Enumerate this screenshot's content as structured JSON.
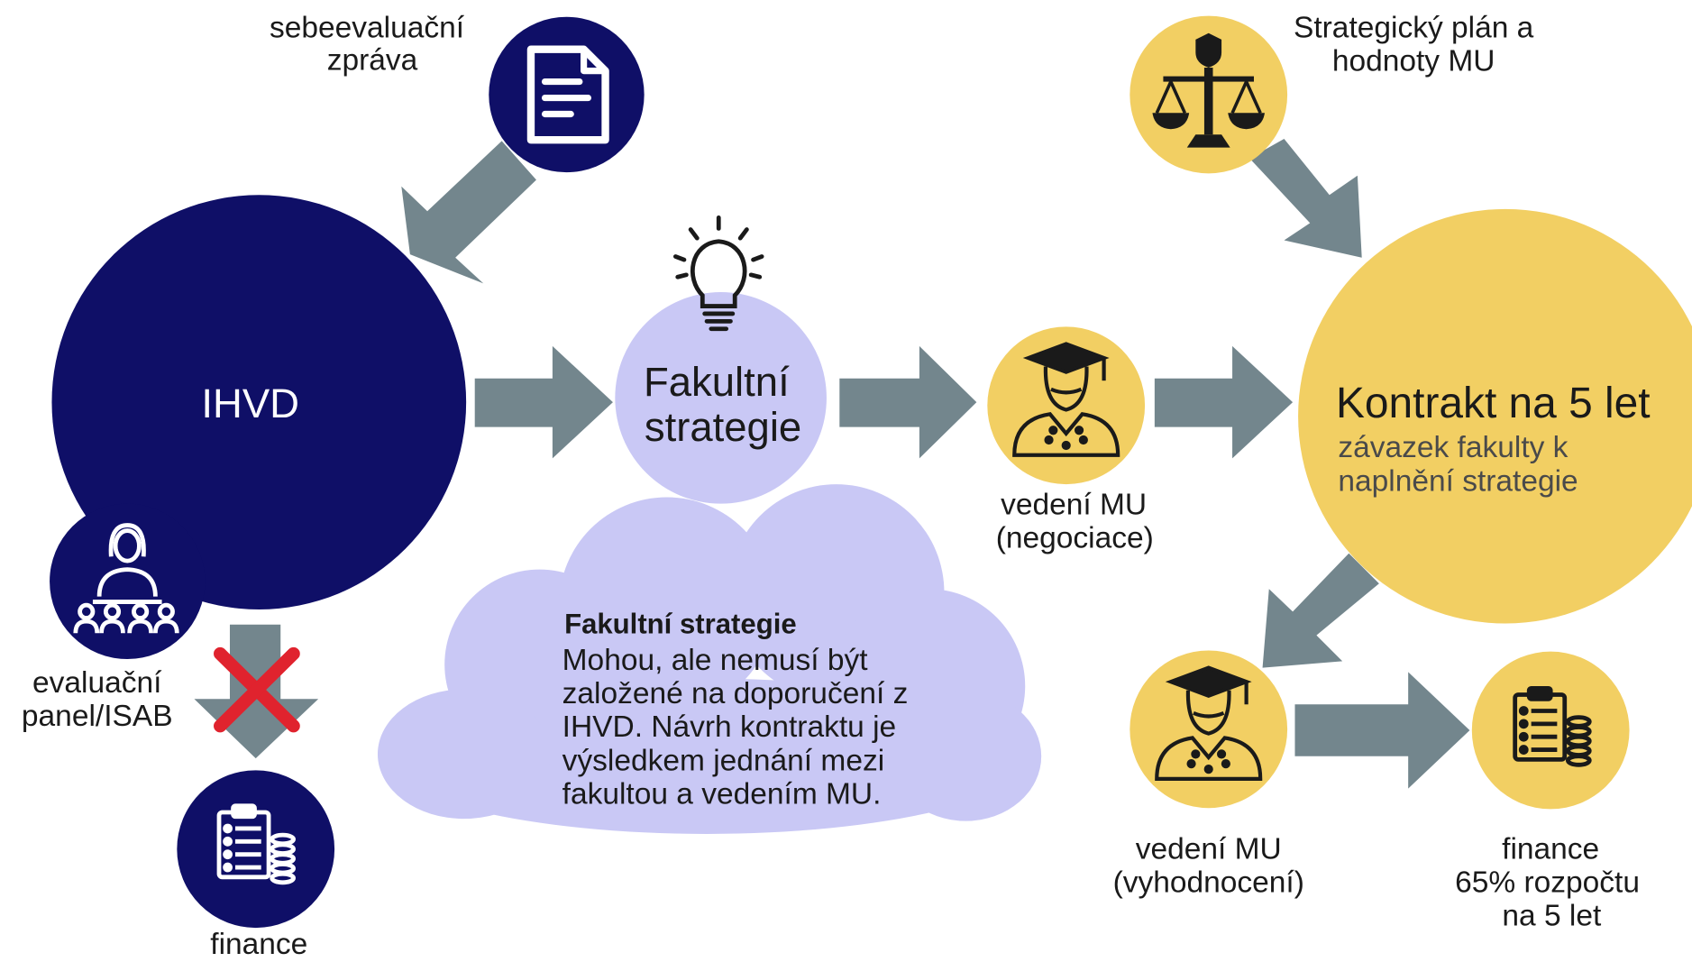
{
  "colors": {
    "navy": "#0f0f67",
    "yellow": "#f2cf63",
    "lavender": "#c9c8f5",
    "arrow_gray": "#73868d",
    "cross_red": "#e0232e"
  },
  "icons": {
    "document": "document-icon",
    "panel": "evaluation-panel-icon",
    "lightbulb": "lightbulb-icon",
    "graduate": "graduate-icon",
    "scales": "scales-of-justice-icon",
    "finance": "clipboard-coins-icon",
    "cross": "red-cross-icon"
  },
  "self_report": {
    "line1": "sebeevaluační",
    "line2": "zpráva"
  },
  "ihvd": {
    "label": "IHVD"
  },
  "panel": {
    "line1": "evaluační",
    "line2": "panel/ISAB"
  },
  "finance_left": {
    "label": "finance"
  },
  "strategy": {
    "line1": "Fakultní",
    "line2": "strategie"
  },
  "cloud": {
    "heading": "Fakultní strategie",
    "lines": [
      "Mohou, ale nemusí být",
      "založené na doporučení z",
      "IHVD. Návrh kontraktu je",
      "výsledkem jednání mezi",
      "fakultou a vedením MU."
    ]
  },
  "negotiation": {
    "line1": "vedení MU",
    "line2": "(negociace)"
  },
  "strategic_plan": {
    "line1": "Strategický plán a",
    "line2": "hodnoty MU"
  },
  "contract": {
    "title": "Kontrakt na 5 let",
    "sub1": "závazek fakulty k",
    "sub2": "naplnění strategie"
  },
  "evaluation": {
    "line1": "vedení MU",
    "line2": "(vyhodnocení)"
  },
  "finance_right": {
    "line1": "finance",
    "line2": "65% rozpočtu",
    "line3": "na 5 let"
  }
}
